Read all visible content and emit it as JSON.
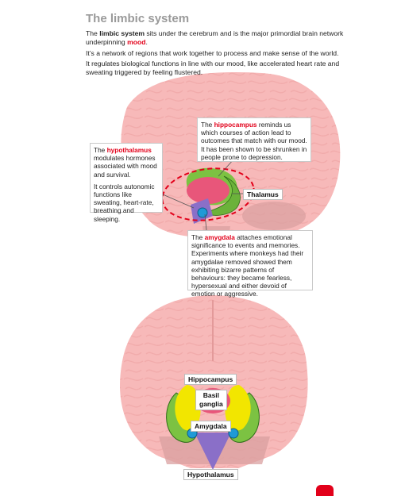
{
  "title": "The limbic system",
  "intro": {
    "p1_pre": "The ",
    "p1_term": "limbic system",
    "p1_mid": " sits under the cerebrum and is the major primordial brain network underpinning ",
    "p1_term2": "mood",
    "p1_end": ".",
    "p2": "It’s a network of regions that work together to process and make sense of the world.",
    "p3": "It regulates biological functions in line with our mood, like accelerated heart rate and sweating triggered by feeling flustered."
  },
  "callouts": {
    "hypothalamus": {
      "pre": "The ",
      "term": "hypothalamus",
      "rest": " modulates hormones associated with mood and survival.",
      "p2": "It controls autonomic functions like sweating, heart-rate, breathing and sleeping."
    },
    "hippocampus": {
      "pre": "The ",
      "term": "hippocampus",
      "rest": " reminds us which courses of action lead to outcomes that match with our mood. It has been shown to be shrunken in people prone to depression."
    },
    "amygdala": {
      "pre": "The ",
      "term": "amygdala",
      "rest": " attaches emotional significance to events and memories. Experiments where monkeys had their amygdalae removed showed them exhibiting bizarre patterns of behaviours: they became fearless, hypersexual and either devoid of emotion or aggressive."
    }
  },
  "labels": {
    "thalamus": "Thalamus",
    "hippocampus": "Hippocampus",
    "basil_line1": "Basil",
    "basil_line2": "ganglia",
    "amygdala": "Amygdala",
    "hypothalamus": "Hypothalamus"
  },
  "colors": {
    "accent_red": "#e2001a",
    "brain_pink": "#f7b7b7",
    "thalamus_pink": "#e8567a",
    "hippocampus_green": "#7cc242",
    "hypothalamus_purple": "#8a6fc8",
    "amygdala_blue": "#1f9ad6",
    "basal_yellow": "#f2e600"
  }
}
